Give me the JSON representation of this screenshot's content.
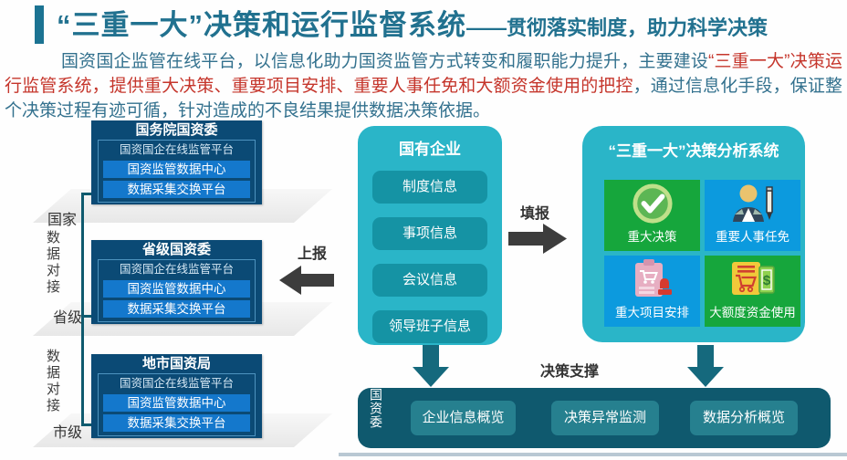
{
  "header": {
    "title_main": "“三重一大”决策和运行监督系统",
    "title_sub": "——贯彻落实制度，助力科学决策"
  },
  "intro": {
    "text_before": "国资国企监管在线平台，以信息化助力国资监管方式转变和履职能力提升，主要建设",
    "text_highlight": "“三重一大”决策运行监管系统，提供重大决策、重要项目安排、重要人事任免和大额资金使用的把控",
    "text_after": "，通过信息化手段，保证整个决策过程有迹可循，针对造成的不良结果提供数据决策依据。",
    "highlight_color": "#c5352b"
  },
  "levels": [
    {
      "label": "国家",
      "org": "国务院国资委",
      "platform": "国资国企在线监管平台",
      "data_center": "国资监管数据中心",
      "exchange": "数据采集交换平台"
    },
    {
      "label": "省级",
      "org": "省级国资委",
      "platform": "国资国企在线监管平台",
      "data_center": "国资监管数据中心",
      "exchange": "数据采集交换平台"
    },
    {
      "label": "市级",
      "org": "地市国资局",
      "platform": "国资国企在线监管平台",
      "data_center": "国资监管数据中心",
      "exchange": "数据采集交换平台"
    }
  ],
  "labels": {
    "data_link": "数据对接",
    "report_up": "上报",
    "fill_in": "填报",
    "decision_support": "决策支撑"
  },
  "enterprise": {
    "title": "国有企业",
    "items": [
      "制度信息",
      "事项信息",
      "会议信息",
      "领导班子信息"
    ]
  },
  "analysis": {
    "title": "“三重一大”决策分析系统",
    "tiles": [
      {
        "label": "重大决策",
        "icon": "check-circle-icon",
        "bg": "#16a63c"
      },
      {
        "label": "重要人事任免",
        "icon": "person-pencil-icon",
        "bg": "#0c9ade"
      },
      {
        "label": "重大项目安排",
        "icon": "clipboard-stamp-icon",
        "bg": "#0c9ade"
      },
      {
        "label": "大额度资金使用",
        "icon": "cart-money-icon",
        "bg": "#16a63c"
      }
    ]
  },
  "bottom": {
    "org": "国资委",
    "items": [
      "企业信息概览",
      "决策异常监测",
      "数据分析概览"
    ]
  },
  "colors": {
    "accent": "#1b7392",
    "title": "#21718f",
    "box_blue": "#0b4a75",
    "item_blue": "#1478cc",
    "teal": "#2ab5c8",
    "teal_dark": "#1593a4",
    "bottom_bar": "#0f596e",
    "bottom_item": "#26808f",
    "arrow_gray": "#3d3d3d",
    "arrow_teal": "#15697d"
  }
}
